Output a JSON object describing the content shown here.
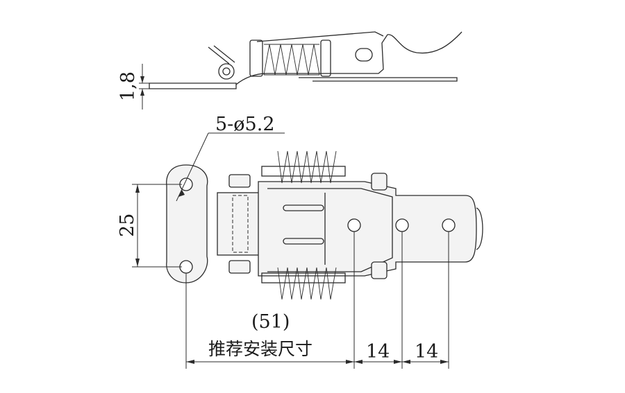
{
  "labels": {
    "thickness": "1,8",
    "holes": "5-ø5.2",
    "height": "25",
    "spacing_ref": "(51)",
    "recommend_text": "推荐安装尺寸",
    "pitch_1": "14",
    "pitch_2": "14"
  }
}
